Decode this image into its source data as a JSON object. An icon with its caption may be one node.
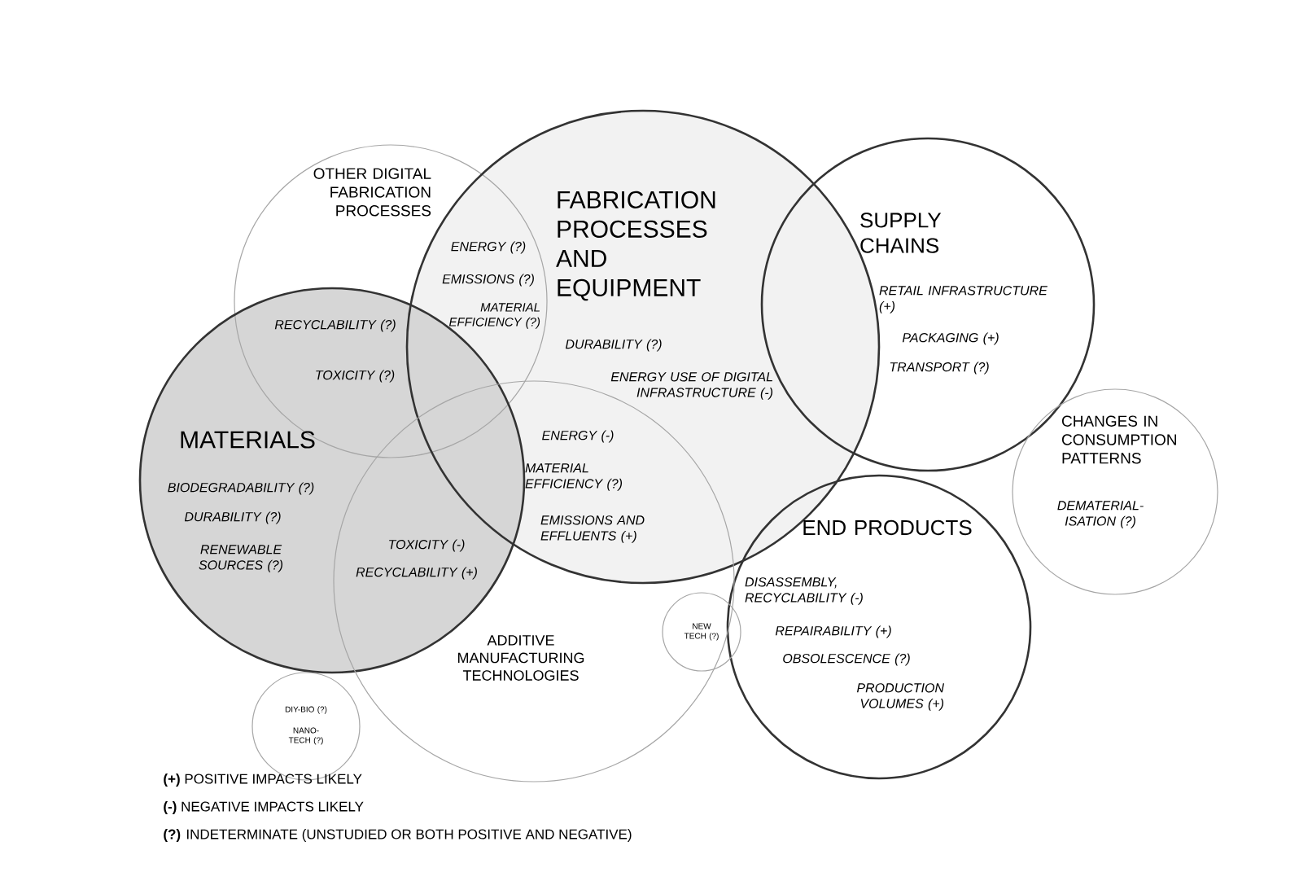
{
  "diagram": {
    "nodes": [
      {
        "text": [
          "OTHER DIGITAL FABRICATION PROCESSES"
        ]
      },
      {
        "text": [
          "FABRICATION PROCESSES AND EQUIPMENT",
          "DURABILITY (?)",
          "ENERGY USE OF DIGITAL INFRASTRUCTURE (-)"
        ]
      },
      {
        "text": [
          "SUPPLY CHAINS",
          "RETAIL INFRASTRUCTURE (+)",
          "PACKAGING (+)",
          "TRANSPORT (?)"
        ]
      },
      {
        "text": [
          "MATERIALS",
          "BIODEGRADABILITY (?)",
          "DURABILITY (?)",
          "RENEWABLE SOURCES (?)"
        ]
      },
      {
        "text": [
          "CHANGES IN CONSUMPTION PATTERNS",
          "DEMATERIAL-ISATION (?)"
        ]
      },
      {
        "text": [
          "END PRODUCTS",
          "DISASSEMBLY, RECYCLABILITY (-)",
          "REPAIRABILITY (+)",
          "OBSOLESCENCE (?)",
          "PRODUCTION VOLUMES (+)"
        ]
      },
      {
        "text": [
          "ADDITIVE MANUFACTURING TECHNOLOGIES"
        ]
      },
      {
        "text": [
          "DIY-BIO (?)",
          "NANO-TECH (?)"
        ]
      },
      {
        "text": [
          "NEW TECH (?)"
        ]
      }
    ],
    "labels": [
      "ENERGY (?)",
      "EMISSIONS (?)",
      "MATERIAL EFFICIENCY (?)",
      "RECYCLABILITY (?)",
      "TOXICITY (?)",
      "ENERGY (-)",
      "MATERIAL EFFICIENCY (?)",
      "EMISSIONS AND EFFLUENTS (+)",
      "TOXICITY (-)",
      "RECYCLABILITY (+)",
      "**(+)** POSITIVE IMPACTS LIKELY",
      "**(-)** NEGATIVE IMPACTS LIKELY",
      "**(?)** INDETERMINATE (UNSTUDIED OR BOTH POSITIVE AND NEGATIVE)"
    ]
  }
}
